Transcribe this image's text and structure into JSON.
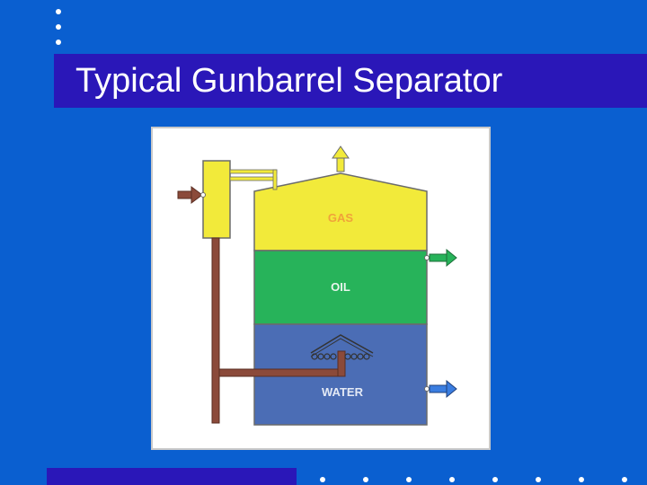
{
  "slide": {
    "title": "Typical Gunbarrel Separator"
  },
  "diagram": {
    "layers": {
      "gas": "GAS",
      "oil": "OIL",
      "water": "WATER"
    },
    "colors": {
      "background": "#0a5fd0",
      "title_band": "#2a17b8",
      "gas": "#f2ea3a",
      "oil": "#27b35a",
      "water": "#4b6db5",
      "piping": "#8b4a3a",
      "gas_label": "#f0a23a"
    },
    "icons": {
      "inlet_arrow": "arrow-right-brown",
      "gas_outlet": "arrow-up-yellow",
      "oil_outlet": "arrow-right-green",
      "water_outlet": "arrow-right-blue"
    }
  }
}
